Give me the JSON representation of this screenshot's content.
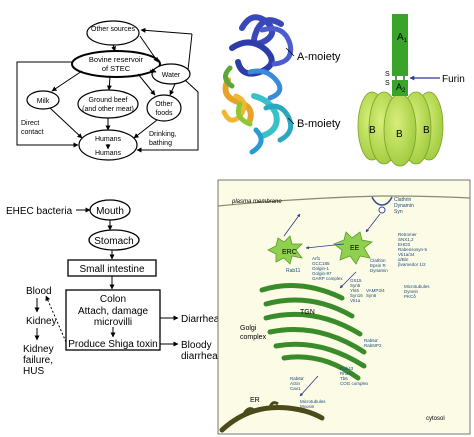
{
  "transmission": {
    "other_sources": "Other sources",
    "reservoir_line1": "Bovine reservoir",
    "reservoir_line2": "of STEC",
    "water": "Water",
    "milk": "Milk",
    "ground_beef_line1": "Ground beef",
    "ground_beef_line2": "(and other meat)",
    "other_foods_line1": "Other",
    "other_foods_line2": "foods",
    "direct_contact_line1": "Direct",
    "direct_contact_line2": "contact",
    "humans1": "Humans",
    "humans2": "Humans",
    "drinking_line1": "Drinking,",
    "drinking_line2": "bathing"
  },
  "toxin": {
    "a_moiety": "A-moiety",
    "b_moiety": "B-moiety",
    "a1": "A",
    "a1_sub": "1",
    "a2": "A",
    "a2_sub": "2",
    "s_top": "S",
    "s_bottom": "S",
    "furin": "Furin",
    "b_left": "B",
    "b_mid": "B",
    "b_right": "B"
  },
  "pathogenesis": {
    "ehec": "EHEC bacteria",
    "mouth": "Mouth",
    "stomach": "Stomach",
    "small_intestine": "Small intestine",
    "blood": "Blood",
    "colon": "Colon",
    "colon_attach_line1": "Attach, damage",
    "colon_attach_line2": "microvilli",
    "diarrhea": "Diarrhea",
    "kidney": "Kidney",
    "kidney_failure_line1": "Kidney",
    "kidney_failure_line2": "failure,",
    "kidney_failure_line3": "HUS",
    "shiga": "Produce Shiga toxin",
    "bloody_line1": "Bloody",
    "bloody_line2": "diarrhea"
  },
  "cell": {
    "plasma_membrane": "plasma membrane",
    "clathrin_top": "Clathrin",
    "dynamin_top": "Dynamin",
    "syn_top": "Syn",
    "erc": "ERC",
    "rab11": "Rab11",
    "ee": "EE",
    "ee_right_lines": [
      "Retromer",
      "SNX1,2",
      "EHD3",
      "Rabensosyn-5",
      "Vti1a/34",
      "α/Bin",
      "βvamedor 1/2"
    ],
    "ee_left_lines": [
      "Clathrin",
      "Epsin R",
      "Dynamin"
    ],
    "golgi_left_lines": [
      "Arf1",
      "GCC185",
      "Golgin-1",
      "Golgin-97",
      "GARP complex"
    ],
    "tgn": "TGN",
    "tgn_right_lines": [
      "GS15",
      "Syn5",
      "Ykt6",
      "Syn16",
      "Vti1a"
    ],
    "mid_lines": [
      "VAMP3/4",
      "Syn6"
    ],
    "micro_lines": [
      "Microtubules",
      "Dynein",
      "PKCδ"
    ],
    "golgi_label_line1": "Golgi",
    "golgi_label_line2": "complex",
    "rab_lines": [
      "Rab6a'",
      "Rab6IP2"
    ],
    "rab43_lines": [
      "Rab43",
      "Rhoa",
      "Tb6",
      "COG complex"
    ],
    "er_lines_left": [
      "Rab6a'",
      "Actin",
      "Cav1"
    ],
    "microtubule_lines": [
      "Microtubules",
      "Myosin",
      "Ca2+"
    ],
    "er": "ER",
    "cytosol": "cytosol"
  },
  "colors": {
    "green_dark": "#2c7a1a",
    "green_light": "#8fd14f",
    "golgi_green": "#3a8c2a",
    "er_brown": "#4a4a1a",
    "cell_bg": "#fbfbe6",
    "toxin_a": "#3aa32a",
    "toxin_b": "#b6d94a"
  }
}
